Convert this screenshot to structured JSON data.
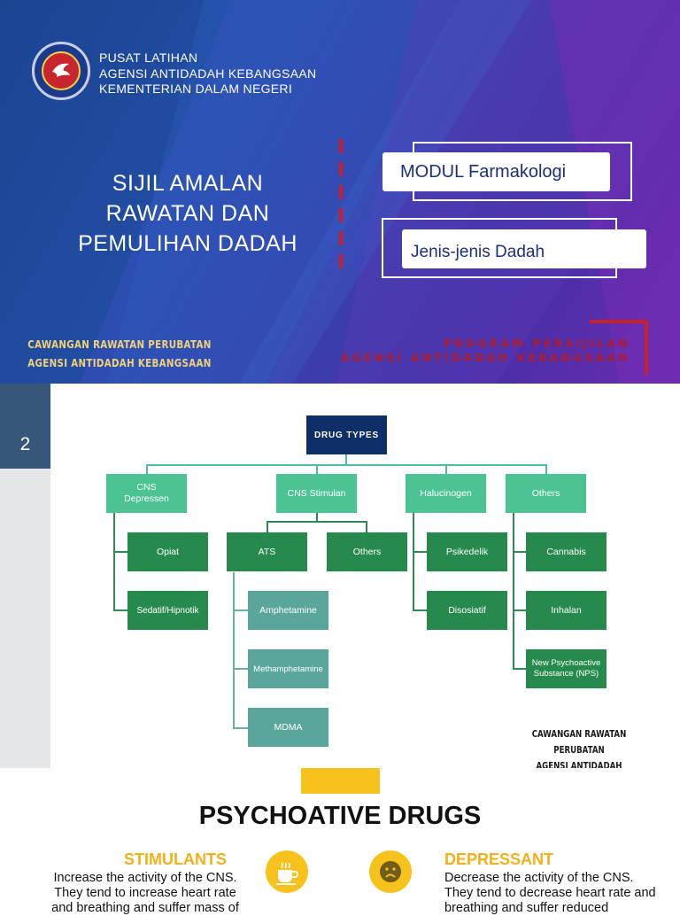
{
  "slide1": {
    "org_lines": [
      "PUSAT LATIHAN",
      "AGENSI ANTIDADAH KEBANGSAAN",
      "KEMENTERIAN DALAM NEGERI"
    ],
    "title_lines": [
      "SIJIL AMALAN",
      "RAWATAN DAN",
      "PEMULIHAN DADAH"
    ],
    "module": "MODUL Farmakologi",
    "topic": "Jenis-jenis Dadah",
    "cawangan": [
      "CAWANGAN RAWATAN PERUBATAN",
      "AGENSI ANTIDADAH KEBANGSAAN"
    ],
    "program": [
      "PROGRAM PERSIJILAN",
      "AGENSI ANTIDADAH KEBANGSAAN"
    ]
  },
  "slide2": {
    "page_number": "2",
    "root": "DRUG TYPES",
    "categories": [
      "CNS Depressen",
      "CNS Stimulan",
      "Halucinogen",
      "Others"
    ],
    "depressant_items": [
      "Opiat",
      "Sedatif/Hipnotik"
    ],
    "stimulant_items": [
      "ATS",
      "Others"
    ],
    "ats_items": [
      "Amphetamine",
      "Methamphetamine",
      "MDMA"
    ],
    "halucinogen_items": [
      "Psikedelik",
      "Disosiatif"
    ],
    "others_items": [
      "Cannabis",
      "Inhalan",
      "New Psychoactive Substance (NPS)"
    ],
    "cawangan": [
      "CAWANGAN RAWATAN PERUBATAN",
      "AGENSI ANTIDADAH KEBANGSAAN"
    ],
    "colors": {
      "root": "#0e2f68",
      "level1": "#4cc392",
      "level2": "#268a4d",
      "level3": "#5aa69a"
    }
  },
  "slide3": {
    "title": "PSYCHOATIVE DRUGS",
    "stimulants": {
      "heading": "STIMULANTS",
      "icon": "coffee-cup-icon",
      "lines": [
        "Increase the activity of the CNS.",
        "They tend to increase heart rate",
        "and breathing and suffer mass of"
      ]
    },
    "depressant": {
      "heading": "DEPRESSANT",
      "icon": "sad-face-icon",
      "lines": [
        "Decrease the activity of the CNS.",
        "They tend to decrease heart rate and",
        "breathing and suffer reduced"
      ]
    },
    "accent": "#f6c21b"
  }
}
